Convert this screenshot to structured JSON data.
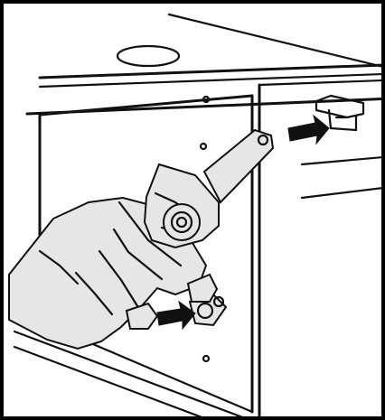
{
  "figure": {
    "subject": "",
    "elements": [
      "cabinet-panels",
      "hand",
      "tool",
      "arrow-top",
      "arrow-bottom",
      "hinge-cap",
      "hinge-bottom"
    ]
  }
}
